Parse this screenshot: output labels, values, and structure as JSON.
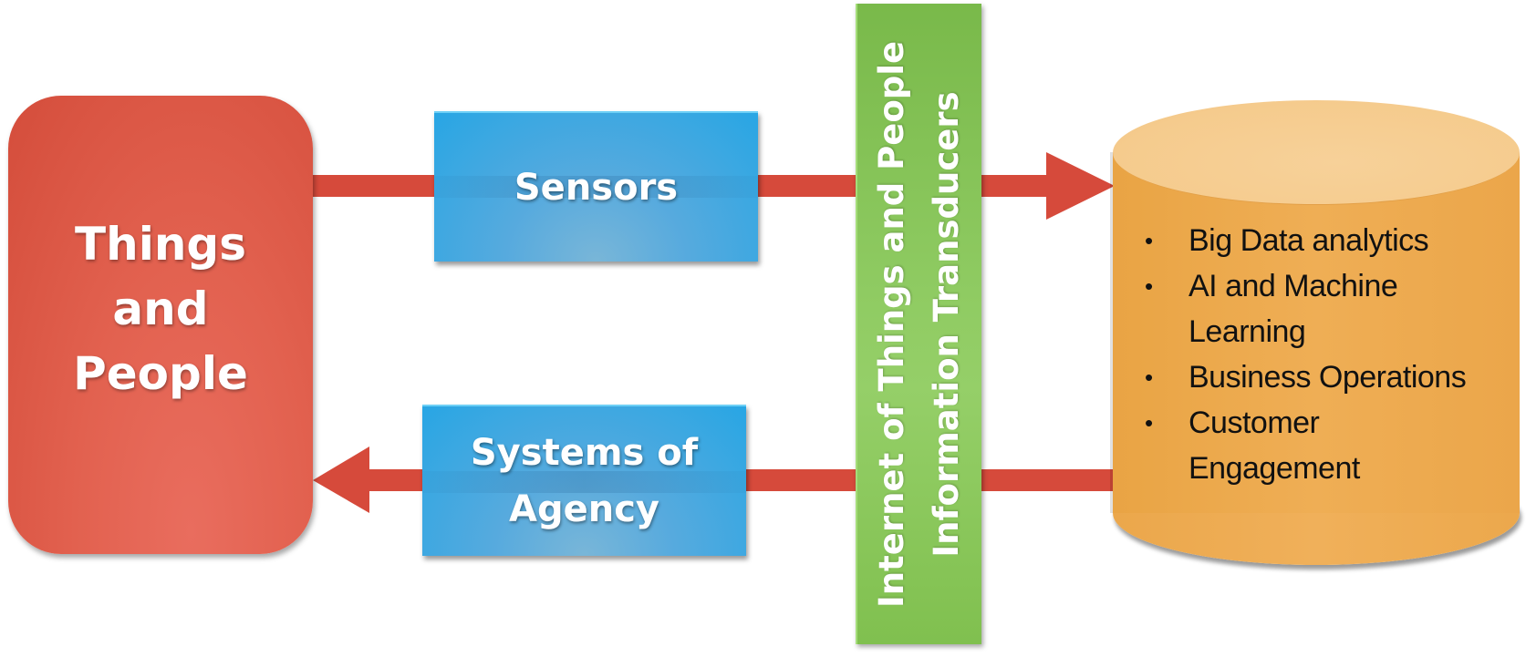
{
  "diagram": {
    "title": "Internet of Things and People flow",
    "nodes": {
      "things_and_people": {
        "label_lines": [
          "Things",
          "and",
          "People"
        ],
        "color": "#e2614f"
      },
      "sensors": {
        "label": "Sensors",
        "color": "#28a6e4"
      },
      "systems_of_agency": {
        "label_lines": [
          "Systems of",
          "Agency"
        ],
        "color": "#28a6e4"
      },
      "transducers": {
        "label_lines": [
          "Internet of Things and People",
          "Information Transducers"
        ],
        "color": "#8fcb62"
      },
      "analytics_store": {
        "shape": "cylinder",
        "color": "#efae55",
        "bullets": [
          "Big Data analytics",
          "AI and Machine Learning",
          "Business Operations",
          "Customer Engagement"
        ],
        "bullet_lines": [
          [
            "Big Data analytics"
          ],
          [
            "AI and Machine",
            "Learning"
          ],
          [
            "Business Operations"
          ],
          [
            "Customer",
            "Engagement"
          ]
        ]
      }
    },
    "edges": [
      {
        "from": "things_and_people",
        "via": [
          "sensors",
          "transducers"
        ],
        "to": "analytics_store",
        "direction": "right"
      },
      {
        "from": "analytics_store",
        "via": [
          "transducers",
          "systems_of_agency"
        ],
        "to": "things_and_people",
        "direction": "left"
      }
    ],
    "arrow_color": "#d64a3b"
  }
}
